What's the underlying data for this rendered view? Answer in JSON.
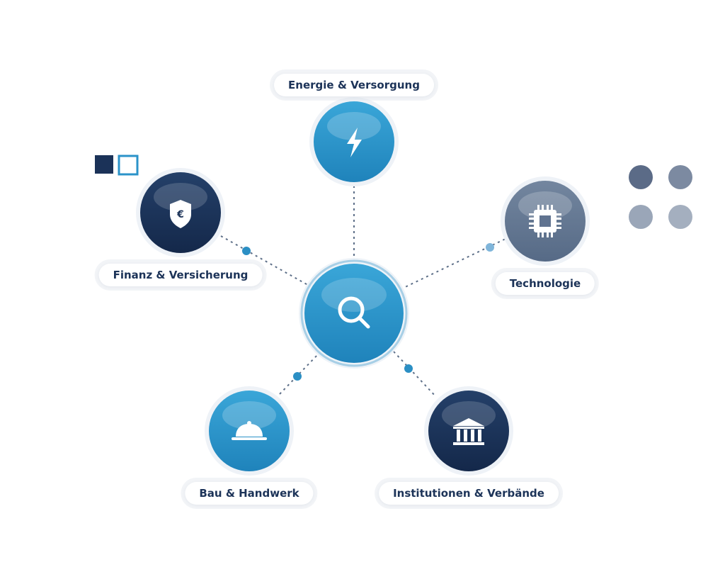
{
  "colors": {
    "bright_blue": "#2a93c9",
    "navy": "#1b3258",
    "slate": "#607390",
    "dot_blue": "#2b8fc4",
    "line": "#5d6f88"
  },
  "center": {
    "icon": "search-icon"
  },
  "nodes": [
    {
      "key": "energie",
      "label": "Energie & Versorgung",
      "icon": "lightning-icon"
    },
    {
      "key": "finanz",
      "label": "Finanz & Versicherung",
      "icon": "euro-shield-icon"
    },
    {
      "key": "technologie",
      "label": "Technologie",
      "icon": "chip-icon"
    },
    {
      "key": "bau",
      "label": "Bau & Handwerk",
      "icon": "service-bell-icon"
    },
    {
      "key": "institutionen",
      "label": "Institutionen & Verbände",
      "icon": "bank-building-icon"
    }
  ]
}
